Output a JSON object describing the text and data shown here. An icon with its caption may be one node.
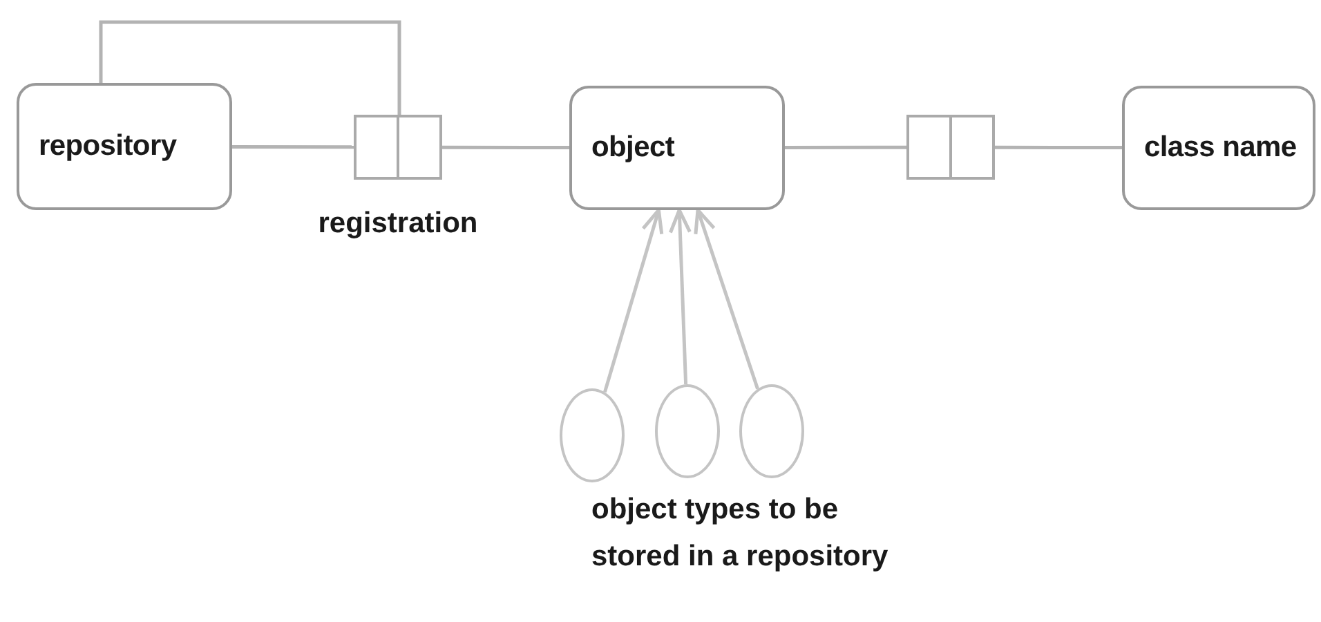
{
  "diagram": {
    "nodes": [
      {
        "text": [
          "repository"
        ]
      },
      {
        "text": [],
        "shape": "box",
        "beside": [
          "registration"
        ]
      },
      {
        "text": [
          "object"
        ]
      },
      {
        "text": [],
        "shape": "box"
      },
      {
        "text": [
          "class name"
        ]
      },
      {
        "text": [],
        "shape": "circle"
      },
      {
        "text": [],
        "shape": "circle"
      },
      {
        "text": [],
        "shape": "circle"
      }
    ],
    "edges": [
      {
        "from": 0,
        "to": 1,
        "arrow": "none"
      },
      {
        "from": 1,
        "to": 2,
        "arrow": "none"
      },
      {
        "from": 2,
        "to": 3,
        "arrow": "none"
      },
      {
        "from": 3,
        "to": 4,
        "arrow": "none"
      },
      {
        "from": 0,
        "to": 1,
        "arrow": "none"
      },
      {
        "from": 5,
        "to": 2,
        "arrow": "to"
      },
      {
        "from": 6,
        "to": 2,
        "arrow": "to"
      },
      {
        "from": 7,
        "to": 2,
        "arrow": "to"
      }
    ],
    "labels": [
      "object types to be stored in a repository"
    ]
  }
}
